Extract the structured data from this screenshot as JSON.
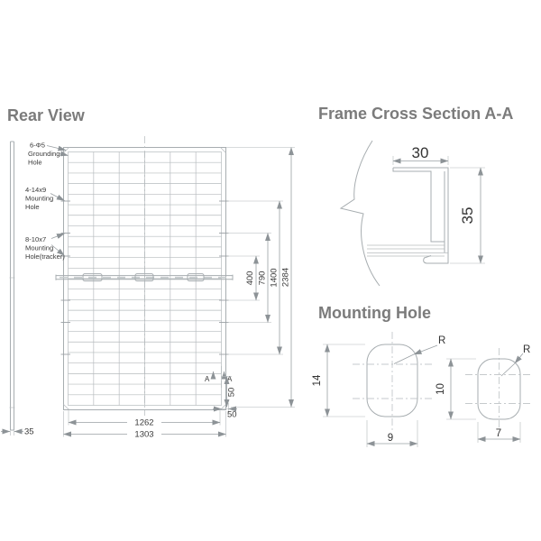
{
  "headings": {
    "rear_view": "Rear View",
    "frame_cross_section": "Frame Cross Section A-A",
    "mounting_hole": "Mounting Hole"
  },
  "rear_view": {
    "labels": {
      "grounding_hole": {
        "line1": "6-Φ5",
        "line2": "Grounding",
        "line3": "Hole"
      },
      "mounting_hole": {
        "line1": "4-14x9",
        "line2": "Mounting",
        "line3": "Hole"
      },
      "tracker_hole": {
        "line1": "8-10x7",
        "line2": "Mounting",
        "line3": "Hole(tracker)"
      }
    },
    "dimensions": {
      "hole_span_inner": "400",
      "hole_span_mid": "790",
      "hole_span_outer": "1400",
      "panel_height": "2384",
      "rail_width": "1262",
      "panel_width": "1303",
      "edge_offset_v": "50",
      "edge_offset_h": "50",
      "frame_thickness": "35"
    },
    "section_marks": {
      "left": "A",
      "right": "A"
    }
  },
  "cross_section": {
    "dimensions": {
      "width": "30",
      "height": "35"
    }
  },
  "mounting_holes": {
    "large": {
      "height": "14",
      "width": "9",
      "radius_label": "R"
    },
    "small": {
      "height": "10",
      "width": "7",
      "radius_label": "R"
    }
  },
  "colors": {
    "line": "#a7adb0",
    "dimension_line": "#9aa0a4",
    "heading_text": "#7b7b7b",
    "dimension_text": "#3a3a3a"
  }
}
